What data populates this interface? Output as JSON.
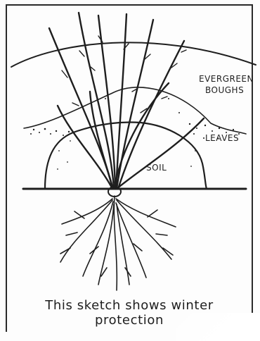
{
  "labels": {
    "evergreen": "EVERGREEN",
    "boughs": "BOUGHS",
    "leaves": "LEAVES",
    "soil": "SOIL"
  },
  "caption": {
    "line1": "This sketch shows winter",
    "line2": "protection"
  },
  "colors": {
    "ink": "#1e1e1e",
    "paper": "#fdfdfd"
  }
}
